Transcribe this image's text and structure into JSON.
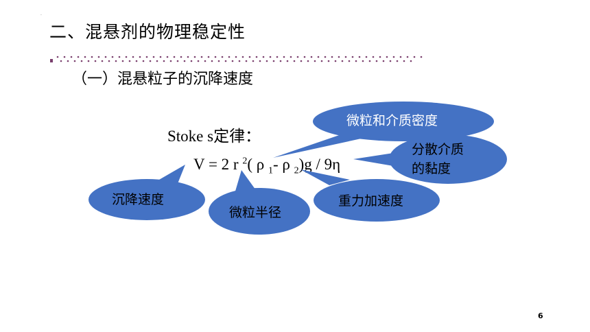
{
  "slide": {
    "title": "二、混悬剂的物理稳定性",
    "subtitle": "（一）混悬粒子的沉降速度",
    "law_label": "Stoke s定律：",
    "formula": {
      "lhs": "V = 2 r ",
      "sup_2": "2",
      "open": "( ρ ",
      "sub_1": "1",
      "minus": "- ρ ",
      "sub_2": "2",
      "rest": ")g / 9η"
    },
    "callouts": {
      "density": "微粒和介质密度",
      "viscosity_line1": "分散介质",
      "viscosity_line2": "的黏度",
      "velocity": "沉降速度",
      "radius": "微粒半径",
      "gravity": "重力加速度"
    },
    "page_number": "6"
  },
  "colors": {
    "bubble_fill": "#4472c4",
    "dots": "#7a3f6d",
    "text": "#000000"
  }
}
